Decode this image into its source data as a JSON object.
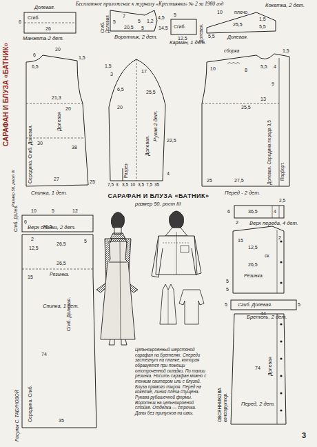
{
  "diagram": {
    "title": "САРАФАН И БЛУЗА «БАТНИК»",
    "caption": "Цельнокроенный шерстяной сарафан на бретелях. Спереди застегнут на планке, которая образуется при помощи отстроченной складки. По талии резинка. Носить сарафан можно с тонким свитером или с блузой. Блуза прямого покроя. Перед на кокетке, линия плеча спущена. Рукава рубашечной формы. Воротник на цельнокроеной стойке. Отделка — строчка. Даны без припусков на швы.",
    "nodes": [
      {
        "text": [
          "Манжета-2 дет."
        ]
      },
      {
        "text": [
          "Воротник, 2 дет."
        ]
      },
      {
        "text": [
          "Карман, 1 дет."
        ]
      },
      {
        "text": [
          "Кокетка, 2 дет."
        ]
      },
      {
        "text": [
          "Спинка, 1 дет."
        ]
      },
      {
        "text": [
          "Рукав 2 дет."
        ]
      },
      {
        "text": [
          "Перед - 2 дет."
        ]
      },
      {
        "text": [
          "Верх спинки, 2 дет."
        ]
      },
      {
        "text": [
          "Спинка, 1 дет."
        ]
      },
      {
        "text": [
          "Верх переда, 4 дет."
        ]
      },
      {
        "text": [
          "Бретель, 2 дет."
        ]
      },
      {
        "text": [
          "Перед, 2 дет."
        ]
      }
    ],
    "labels": [
      "Бесплатное приложение к журналу «Крестьянка» № 2 за 1980 год",
      "САРАФАН И БЛУЗА «БАТНИК»",
      "Размер 50, рост III",
      "Долевая.",
      "Сгиб.",
      "6",
      "26",
      "Сгиб.",
      "Долевая",
      "7",
      "5",
      "4,5",
      "1,2",
      "5",
      "20,5",
      "5",
      "Сгиб.",
      "5",
      "14,5",
      "12,5",
      "Долевая.",
      "10",
      "5,5",
      "плечо",
      "25,5",
      "1,5",
      "5,5",
      "Долевая.",
      "6",
      "20",
      "1,5",
      "6,5",
      "Середина. Сгиб. Долевая.",
      "Долевая",
      "21,3",
      "20",
      "30",
      "38",
      "27",
      "25",
      "1,5",
      "3",
      "17",
      "6,5",
      "25,5",
      "20",
      "Разрез",
      "Долевая.",
      "7,5",
      "3",
      "3,5",
      "10",
      "3,5",
      "7,5",
      "35",
      "4",
      "22,5",
      "сборка",
      "10",
      "8",
      "5,5",
      "4",
      "1,5",
      "9",
      "25,5",
      "13",
      "Долевая. Середина переда 3,5",
      "Подборт.",
      "25",
      "27,5",
      "размер 50, рост III",
      "Сгиб. Долев.",
      "10",
      "5",
      "12",
      "6",
      "26,5",
      "2",
      "12,5",
      "26,5",
      "26,5",
      "5",
      "15",
      "Резинка.",
      "Сгиб. Долевая.",
      "Середина. Сгиб.",
      "74",
      "35",
      "6",
      "36,5",
      "4",
      "2,5",
      "2",
      "2",
      "15",
      "12,5",
      "ск",
      "26,5",
      "Резинка.",
      "5",
      "5",
      "Сгиб. Долевая.",
      "5",
      "44",
      "5",
      "74",
      "Долевая",
      "Рисунок С. ТАБУНОВОЙ",
      "ОВСЯННИКОВА",
      "конструктор.",
      "3"
    ]
  }
}
